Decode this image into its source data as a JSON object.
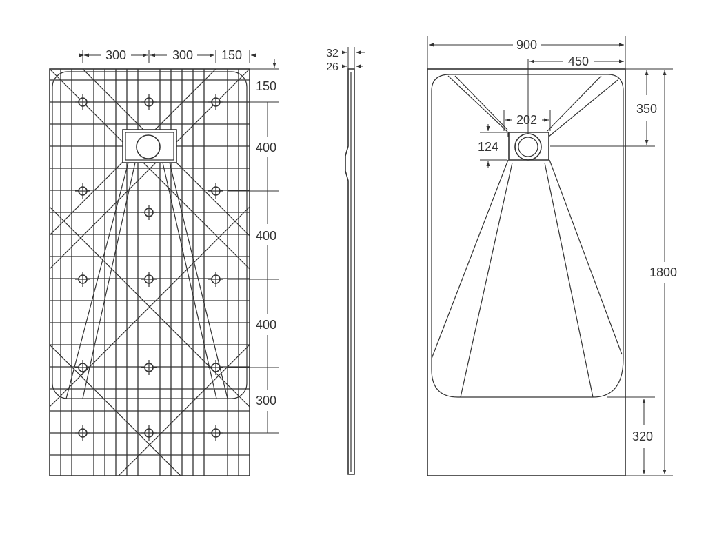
{
  "drawing": {
    "colors": {
      "line": "#333333",
      "background": "#ffffff"
    },
    "underside_view": {
      "dim_width_1": "300",
      "dim_width_2": "300",
      "dim_width_3": "150",
      "dim_height_1": "150",
      "dim_height_2": "400",
      "dim_height_3": "400",
      "dim_height_4": "400",
      "dim_height_5": "300"
    },
    "side_view": {
      "dim_thickness_1": "32",
      "dim_thickness_2": "26"
    },
    "top_view": {
      "dim_width": "900",
      "dim_half_width": "450",
      "dim_drain_width": "202",
      "dim_drain_height": "124",
      "dim_drain_offset": "350",
      "dim_length": "1800",
      "dim_flat_zone": "320"
    }
  }
}
